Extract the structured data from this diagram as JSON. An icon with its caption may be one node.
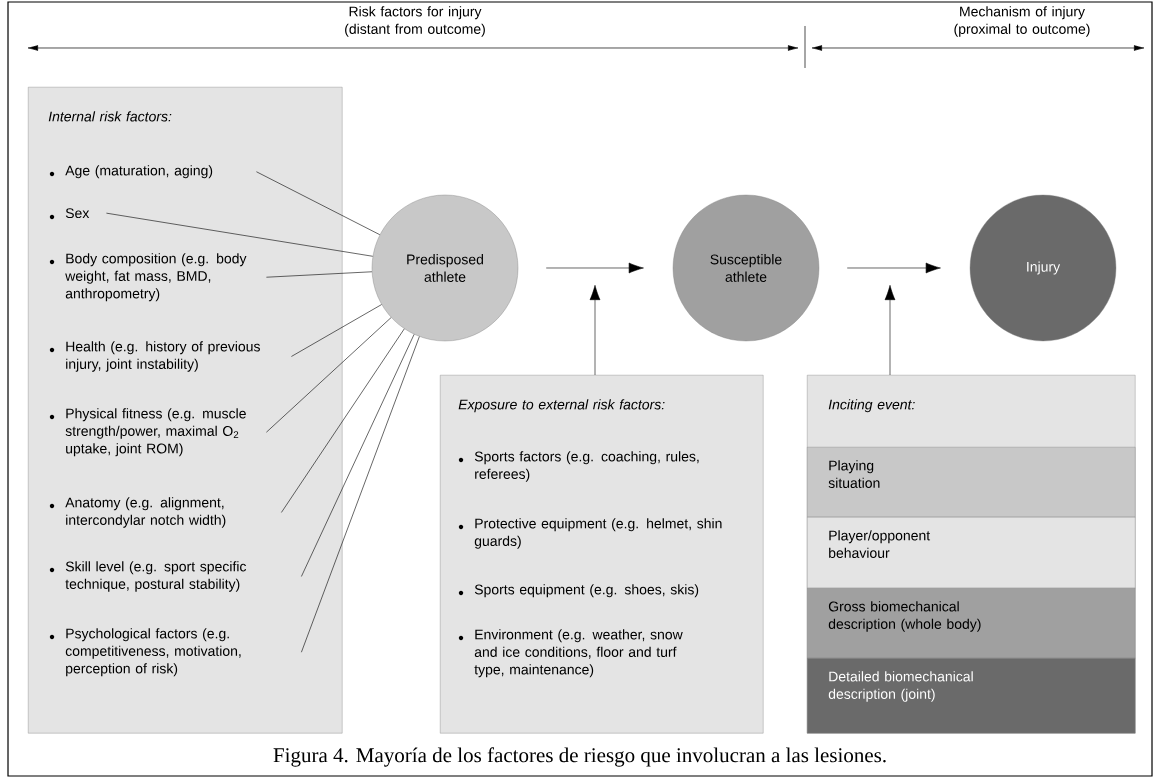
{
  "diagram": {
    "caption": "Figura 4. Mayoría de los factores de riesgo que involucran a las lesiones.",
    "nodes": [
      {
        "text": [
          "Internal risk factors:"
        ]
      },
      {
        "text": [
          "Age (maturation, aging)"
        ],
        "in": 0
      },
      {
        "text": [
          "Sex"
        ],
        "in": 0
      },
      {
        "text": [
          "Body composition (e.g. body weight, fat mass, BMD, anthropometry)"
        ],
        "in": 0
      },
      {
        "text": [
          "Health (e.g. history of previous injury, joint instability)"
        ],
        "in": 0
      },
      {
        "text": [
          "Physical fitness (e.g. muscle strength/power, maximal O$_{2}$ uptake, joint ROM)"
        ],
        "in": 0
      },
      {
        "text": [
          "Anatomy (e.g. alignment, intercondylar notch width)"
        ],
        "in": 0
      },
      {
        "text": [
          "Skill level (e.g. sport specific technique, postural stability)"
        ],
        "in": 0
      },
      {
        "text": [
          "Psychological factors (e.g. competitiveness, motivation, perception of risk)"
        ],
        "in": 0
      },
      {
        "text": [
          "Predisposed athlete"
        ]
      },
      {
        "text": [
          "Susceptible athlete"
        ]
      },
      {
        "text": [
          "Injury"
        ]
      },
      {
        "text": [
          "Exposure to external risk factors:",
          "Sports factors (e.g. coaching, rules, referees)",
          "Protective equipment (e.g. helmet, shin guards)",
          "Sports equipment (e.g. shoes, skis)",
          "Environment (e.g. weather, snow and ice conditions, floor and turf type, maintenance)"
        ]
      },
      {
        "text": [
          "Inciting event:"
        ]
      },
      {
        "text": [
          "Playing situation"
        ],
        "in": 13
      },
      {
        "text": [
          "Player/opponent behaviour"
        ],
        "in": 13
      },
      {
        "text": [
          "Gross biomechanical description (whole body)"
        ],
        "in": 13
      },
      {
        "text": [
          "Detailed biomechanical description (joint)"
        ],
        "in": 13
      }
    ],
    "edges": [
      {
        "from": 1,
        "to": 9,
        "arrow": "none"
      },
      {
        "from": 2,
        "to": 9,
        "arrow": "none"
      },
      {
        "from": 3,
        "to": 9,
        "arrow": "none"
      },
      {
        "from": 4,
        "to": 9,
        "arrow": "none"
      },
      {
        "from": 5,
        "to": 9,
        "arrow": "none"
      },
      {
        "from": 6,
        "to": 9,
        "arrow": "none"
      },
      {
        "from": 7,
        "to": 9,
        "arrow": "none"
      },
      {
        "from": 8,
        "to": 9,
        "arrow": "none"
      },
      {
        "from": 9,
        "to": 10,
        "arrow": "to"
      },
      {
        "from": 10,
        "to": 11,
        "arrow": "to"
      },
      {
        "from": 12,
        "to": null,
        "arrow": "to"
      },
      {
        "from": 13,
        "to": null,
        "arrow": "to"
      }
    ],
    "labels": [
      "Risk factors for injury (distant from outcome)",
      "Mechanism of injury (proximal to outcome)"
    ]
  }
}
